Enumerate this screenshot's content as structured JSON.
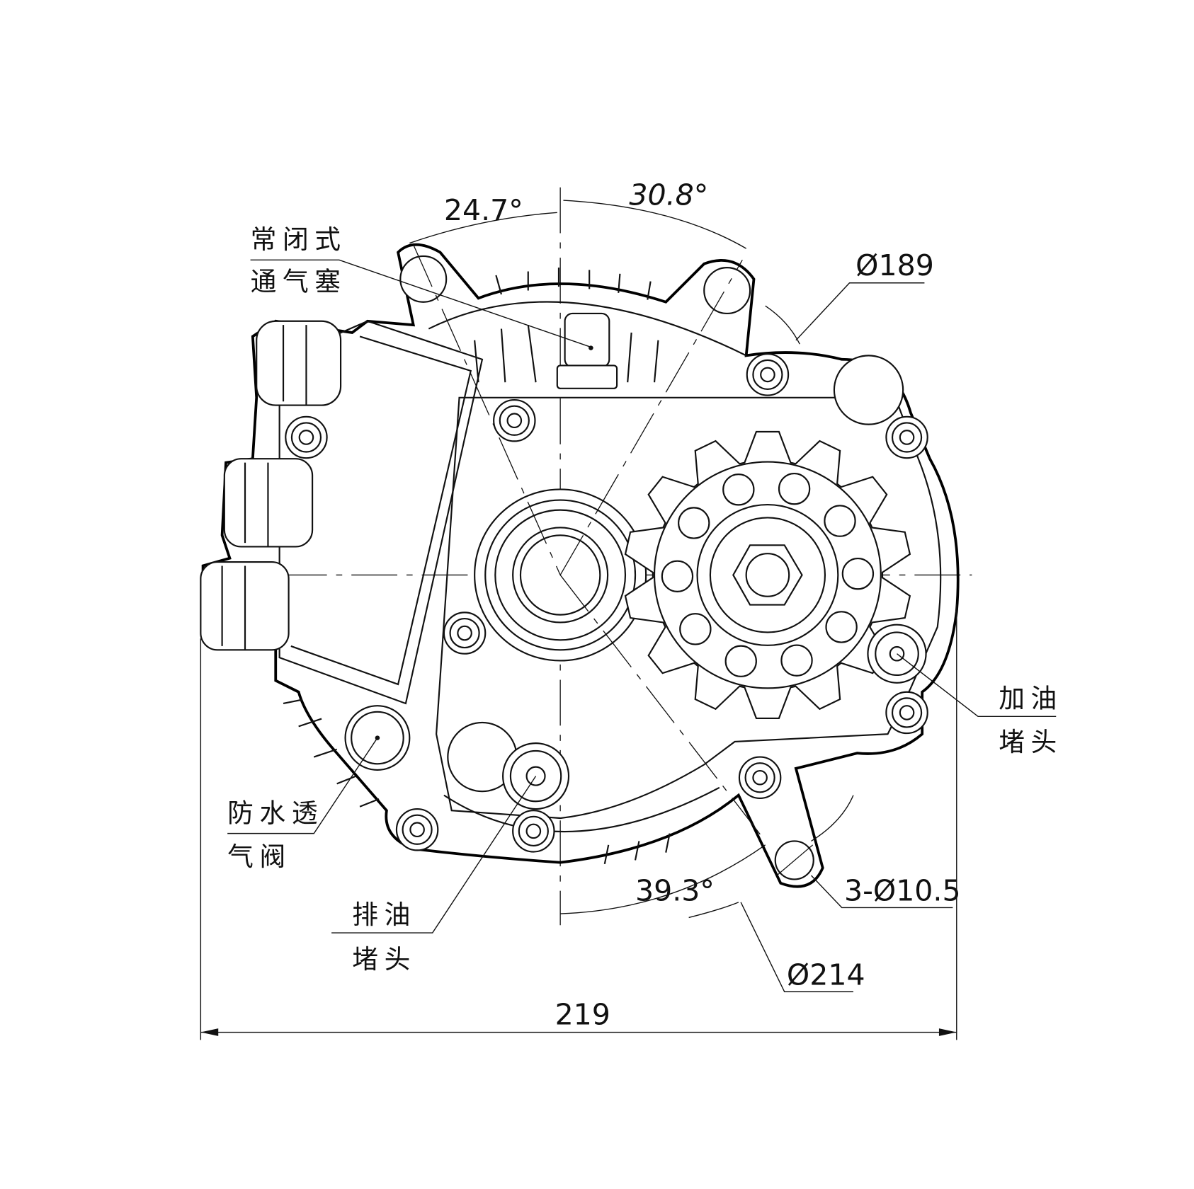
{
  "drawing": {
    "dimensions": {
      "overall_width": "219",
      "angle_left_top": "24.7°",
      "angle_right_top": "30.8°",
      "angle_bottom": "39.3°",
      "diameter_bolt_circle": "Ø189",
      "diameter_outer": "Ø214",
      "mount_holes": "3-Ø10.5"
    },
    "callouts": {
      "breather_line1": "常闭式",
      "breather_line2": "通气塞",
      "oil_fill_line1": "加油",
      "oil_fill_line2": "堵头",
      "vent_valve_line1": "防水透",
      "vent_valve_line2": "气阀",
      "oil_drain_line1": "排油",
      "oil_drain_line2": "堵头"
    }
  }
}
